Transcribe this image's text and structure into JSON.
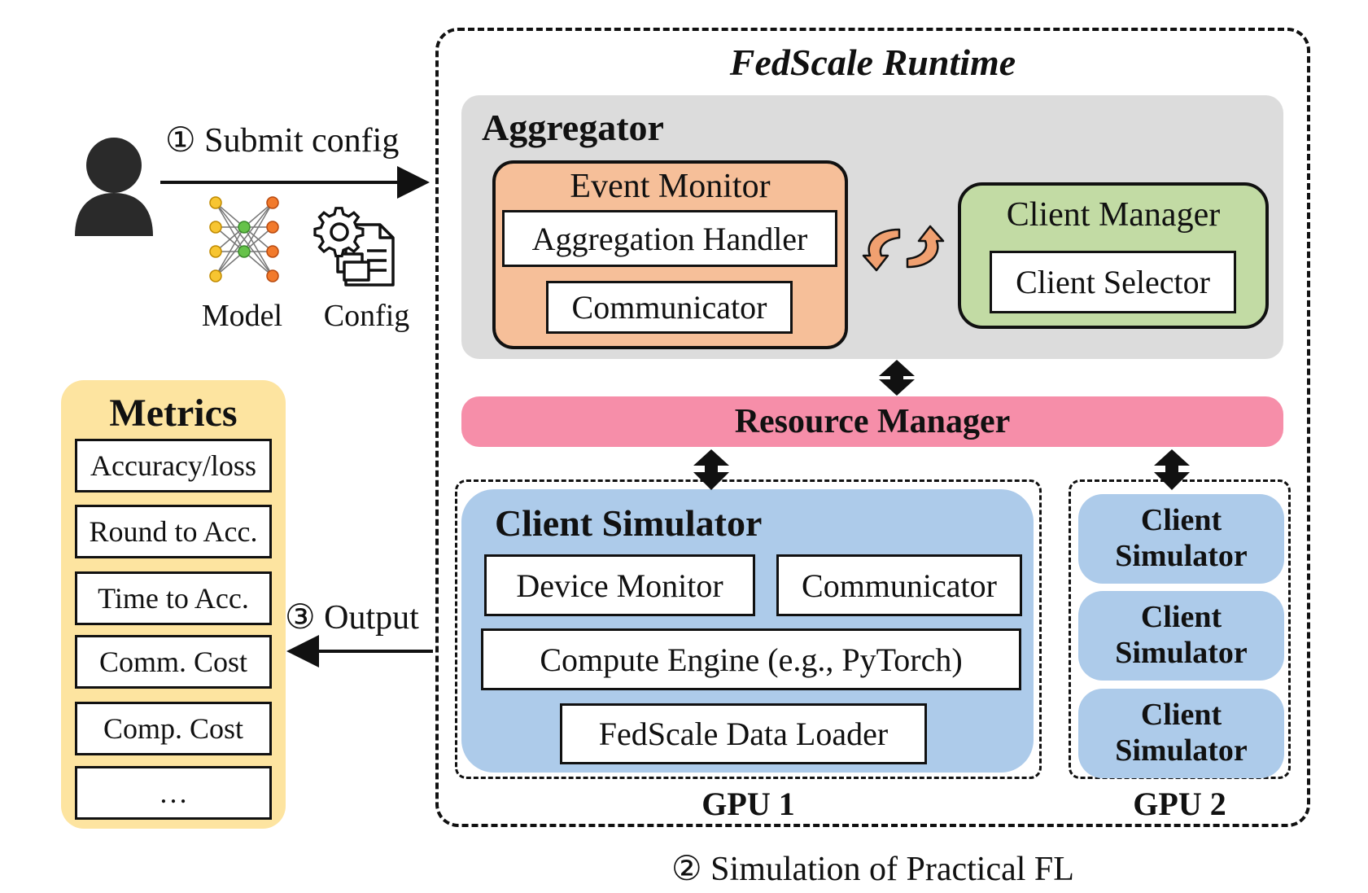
{
  "runtime": {
    "title": "FedScale Runtime"
  },
  "aggregator": {
    "title": "Aggregator",
    "event_monitor": {
      "title": "Event Monitor",
      "aggregation_handler": "Aggregation Handler",
      "communicator": "Communicator"
    },
    "client_manager": {
      "title": "Client Manager",
      "client_selector": "Client Selector"
    }
  },
  "resource_manager": "Resource Manager",
  "gpu1": {
    "label": "GPU 1",
    "client_simulator": {
      "title": "Client Simulator",
      "device_monitor": "Device Monitor",
      "communicator": "Communicator",
      "compute_engine": "Compute Engine (e.g., PyTorch)",
      "data_loader": "FedScale Data Loader"
    }
  },
  "gpu2": {
    "label": "GPU 2",
    "simulators": [
      {
        "line1": "Client",
        "line2": "Simulator"
      },
      {
        "line1": "Client",
        "line2": "Simulator"
      },
      {
        "line1": "Client",
        "line2": "Simulator"
      }
    ]
  },
  "submit": {
    "label": "① Submit config",
    "model_label": "Model",
    "config_label": "Config"
  },
  "metrics": {
    "title": "Metrics",
    "items": [
      "Accuracy/loss",
      "Round to Acc.",
      "Time to Acc.",
      "Comm. Cost",
      "Comp. Cost",
      "…"
    ]
  },
  "output": {
    "label": "③ Output"
  },
  "simulation": {
    "label": "② Simulation of Practical FL"
  },
  "colors": {
    "aggregator_bg": "#dcdcdc",
    "event_monitor_bg": "#f6bf99",
    "client_manager_bg": "#c2dba4",
    "resource_manager_bg": "#f68ea9",
    "client_simulator_bg": "#adcbea",
    "metrics_bg": "#fde4a0",
    "sync_arrow": "#f0a070"
  },
  "icons": [
    "user-icon",
    "neural-network-icon",
    "config-document-icon",
    "sync-arrows-icon"
  ]
}
